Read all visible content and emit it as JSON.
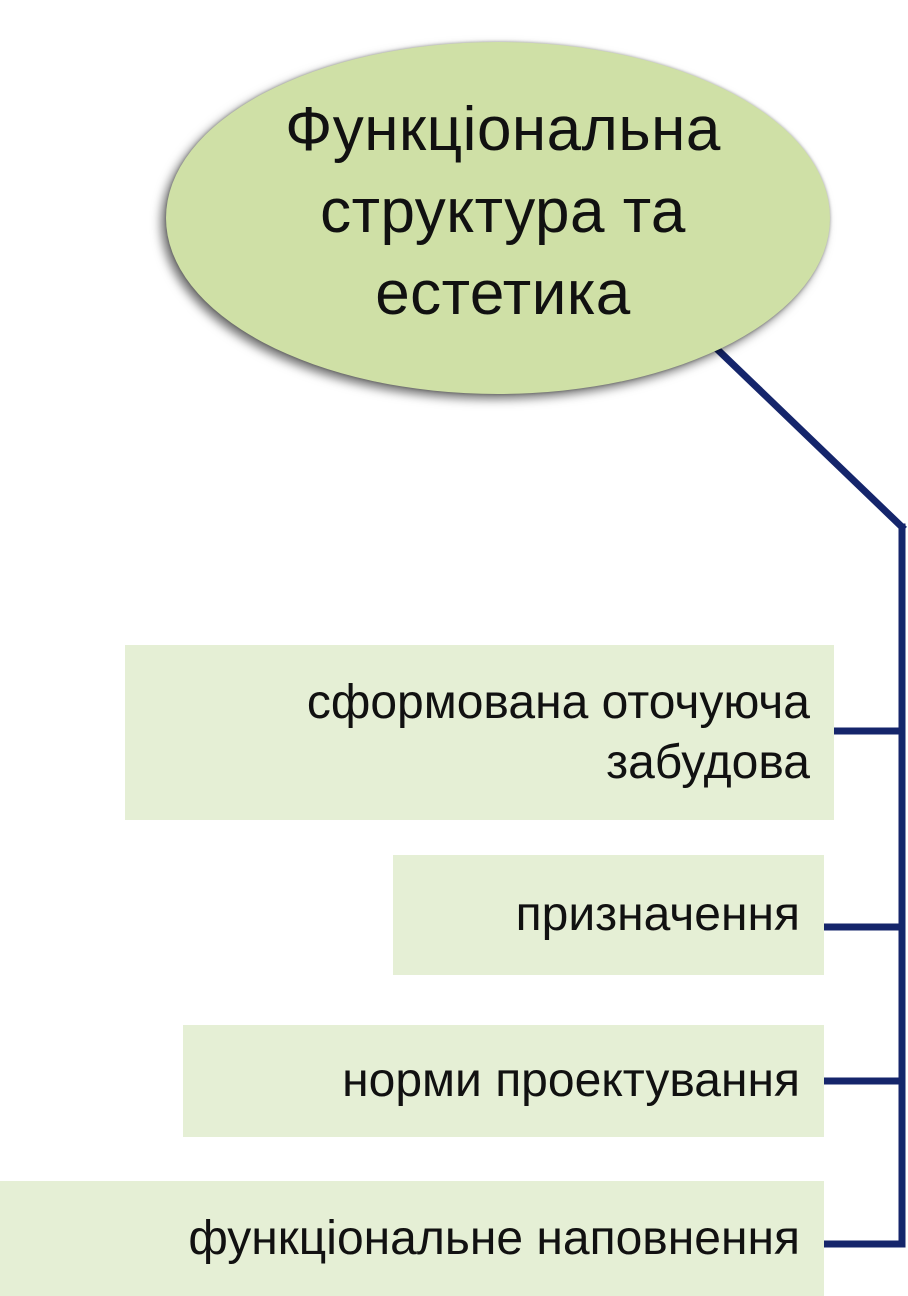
{
  "diagram": {
    "root": {
      "label": "Функціональна структура та естетика"
    },
    "children": [
      {
        "label": "сформована оточуюча забудова"
      },
      {
        "label": "призначення"
      },
      {
        "label": "норми проектування"
      },
      {
        "label": "функціональне наповнення"
      }
    ],
    "colors": {
      "root_fill": "#cfe0a6",
      "child_fill": "#e5efd5",
      "connector": "#15256b",
      "text": "#111111"
    }
  }
}
